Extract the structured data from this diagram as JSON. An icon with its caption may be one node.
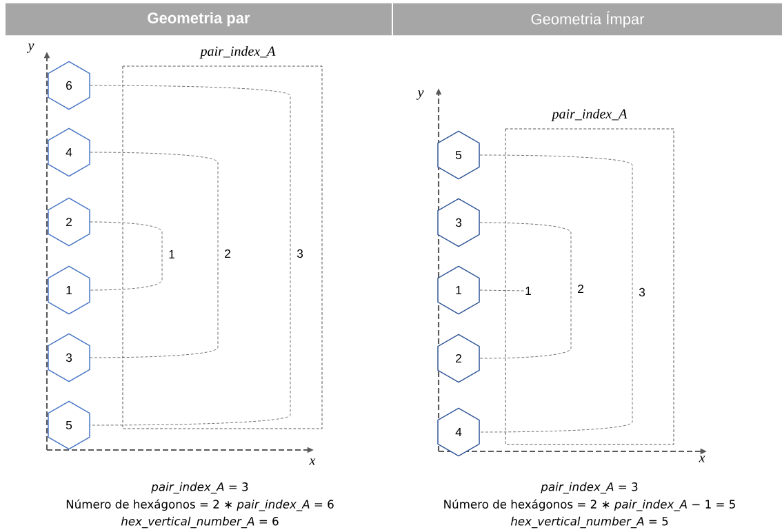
{
  "diagram": {
    "nodes": [
      {
        "text": [
          "Geometria par"
        ]
      },
      {
        "text": [
          "Geometria Ímpar"
        ]
      },
      {
        "text": [
          "6"
        ]
      },
      {
        "text": [
          "4"
        ]
      },
      {
        "text": [
          "2"
        ]
      },
      {
        "text": [
          "1"
        ]
      },
      {
        "text": [
          "3"
        ]
      },
      {
        "text": [
          "5"
        ]
      },
      {
        "text": [
          "5"
        ]
      },
      {
        "text": [
          "3"
        ]
      },
      {
        "text": [
          "1"
        ]
      },
      {
        "text": [
          "2"
        ]
      },
      {
        "text": [
          "4"
        ]
      },
      {
        "text": [
          "1"
        ]
      }
    ],
    "edges": [
      {
        "from": 4,
        "to": 5,
        "arrow": "none",
        "label": "1",
        "style": "dashed"
      },
      {
        "from": 3,
        "to": 6,
        "arrow": "none",
        "label": "2",
        "style": "dashed"
      },
      {
        "from": 2,
        "to": 7,
        "arrow": "none",
        "label": "3",
        "style": "dashed"
      },
      {
        "from": 10,
        "to": 13,
        "arrow": "none",
        "style": "dashed"
      },
      {
        "from": 9,
        "to": 11,
        "arrow": "none",
        "label": "2",
        "style": "dashed"
      },
      {
        "from": 8,
        "to": 12,
        "arrow": "none",
        "label": "3",
        "style": "dashed"
      }
    ],
    "labels": [
      "y",
      "pair_index_A",
      "x",
      "*pair_index_A* = 3",
      "Número de hexágonos = 2 ∗ *pair_index_A* =  6",
      "*hex_vertical_number_A* = 6",
      "y",
      "pair_index_A",
      "x",
      "*pair_index_A* = 3",
      "Número de hexágonos = 2 ∗ *pair_index_A* − 1 = 5",
      "*hex_vertical_number_A* = 5"
    ]
  }
}
